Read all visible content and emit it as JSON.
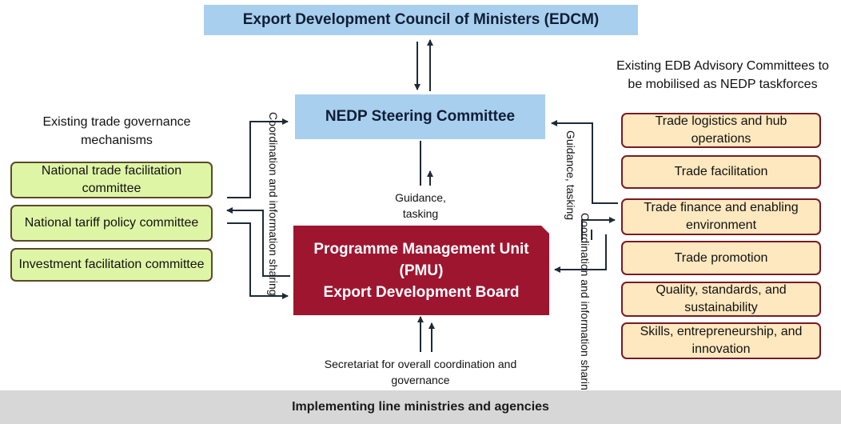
{
  "edcm": "Export Development Council of Ministers (EDCM)",
  "steering": "NEDP Steering Committee",
  "pmu": {
    "line1": "Programme Management Unit",
    "line2": "(PMU)",
    "line3": "Export Development Board"
  },
  "footer": "Implementing line ministries and agencies",
  "left_heading": "Existing trade governance mechanisms",
  "left_items": [
    "National trade facilitation committee",
    "National tariff policy committee",
    "Investment facilitation committee"
  ],
  "right_heading": "Existing EDB Advisory Committees to be mobilised as NEDP taskforces",
  "right_items": [
    "Trade logistics and hub operations",
    "Trade facilitation",
    "Trade finance and enabling environment",
    "Trade promotion",
    "Quality, standards, and sustainability",
    "Skills, entrepreneurship, and innovation"
  ],
  "labels": {
    "guidance_center": "Guidance, tasking",
    "coord_left": "Coordination and information sharing",
    "guidance_right": "Guidance, tasking",
    "coord_right": "Coordination and information sharing",
    "secretariat": "Secretariat for overall coordination and governance"
  },
  "colors": {
    "blue_box": "#a9cfef",
    "pmu_box": "#9e1530",
    "green_box": "#dff5a6",
    "orange_box": "#fde8bf",
    "footer_band": "#d7d7d7",
    "arrow": "#1f2a36"
  }
}
